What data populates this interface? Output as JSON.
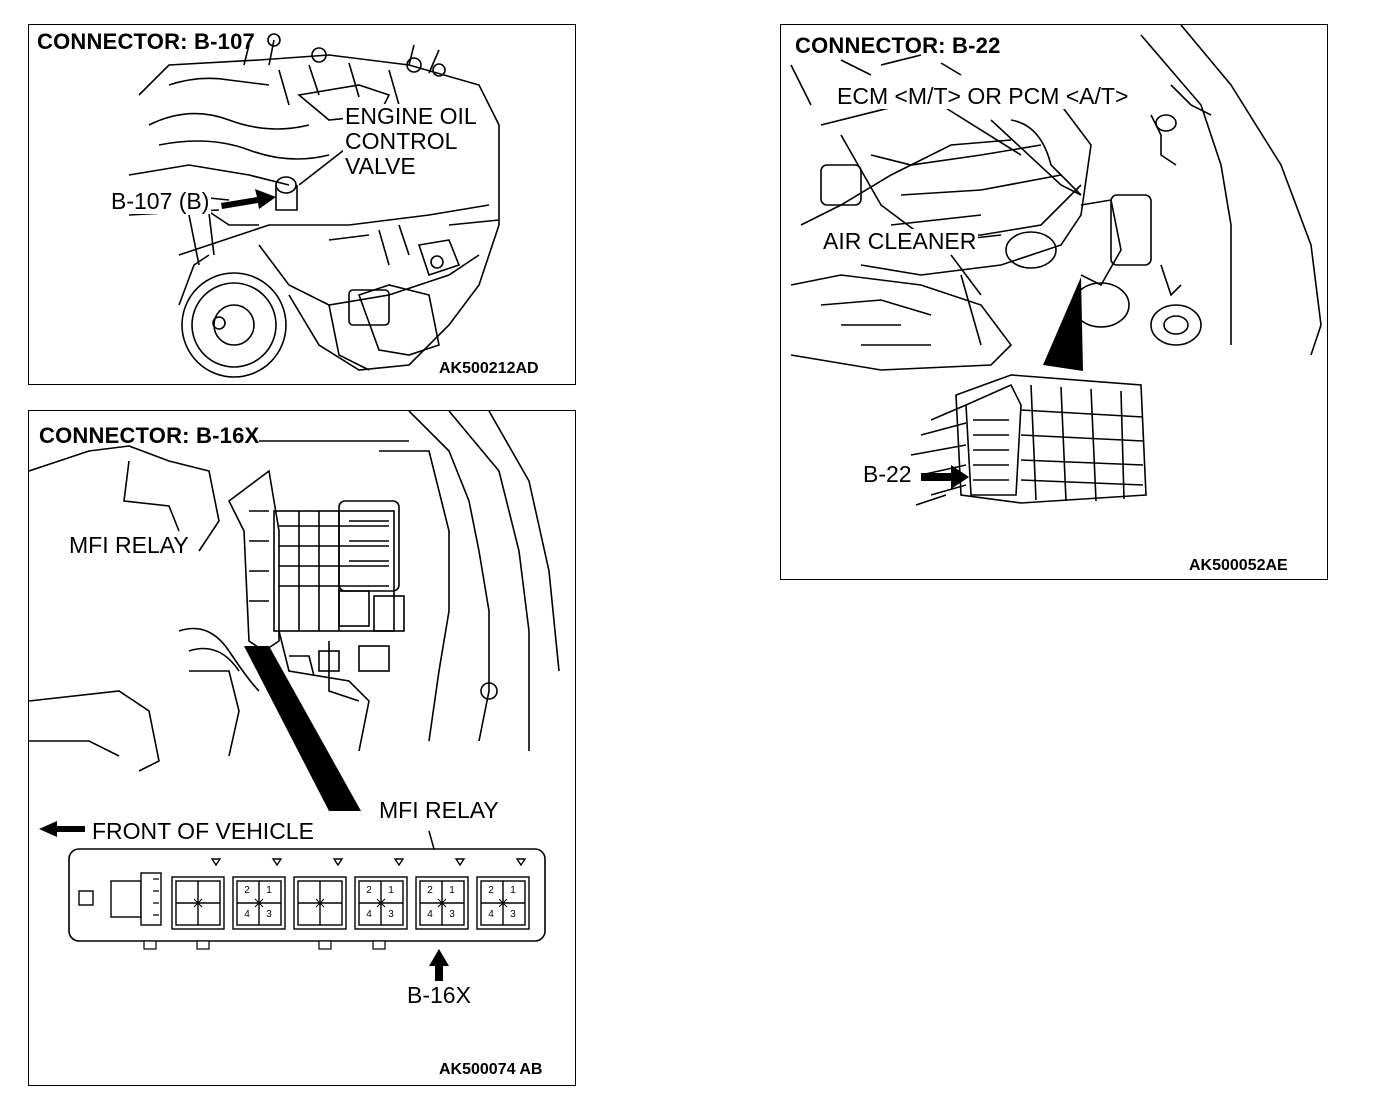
{
  "panels": {
    "b107": {
      "title": "CONNECTOR: B-107",
      "code": "AK500212AD",
      "labels": {
        "engine_oil_1": "ENGINE OIL",
        "engine_oil_2": "CONTROL",
        "engine_oil_3": "VALVE",
        "connector": "B-107 (B)"
      }
    },
    "b16x": {
      "title": "CONNECTOR: B-16X",
      "code": "AK500074 AB",
      "labels": {
        "mfi_relay_top": "MFI RELAY",
        "mfi_relay_bottom": "MFI RELAY",
        "front": "FRONT OF VEHICLE",
        "connector": "B-16X"
      },
      "relay_pins": [
        "2",
        "1",
        "4",
        "3"
      ]
    },
    "b22": {
      "title": "CONNECTOR: B-22",
      "code": "AK500052AE",
      "labels": {
        "ecm": "ECM <M/T> OR PCM <A/T>",
        "air_cleaner": "AIR CLEANER",
        "connector": "B-22"
      }
    }
  }
}
